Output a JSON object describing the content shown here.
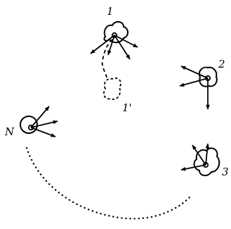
{
  "labels": {
    "body_1": "1",
    "body_1_prime": "1'",
    "body_2": "2",
    "body_3": "3",
    "body_n": "N"
  },
  "colors": {
    "ink": "#000000",
    "background": "#ffffff"
  }
}
